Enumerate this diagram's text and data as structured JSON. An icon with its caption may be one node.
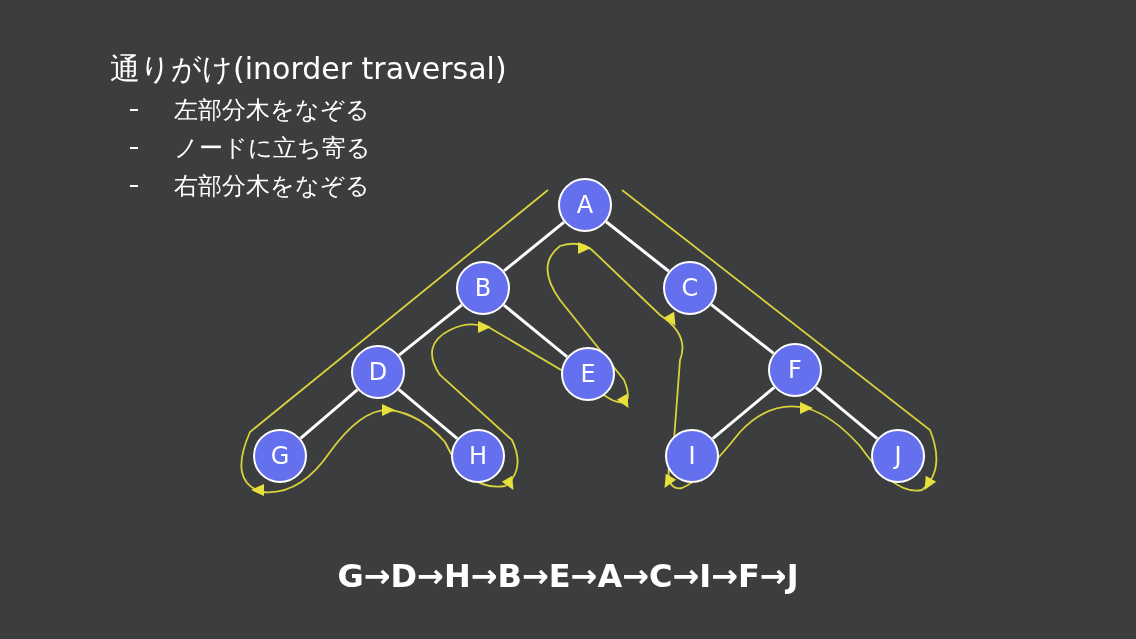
{
  "diagram": {
    "title": "通りがけ(inorder traversal)",
    "nodes": [
      {
        "text": [
          "A"
        ]
      },
      {
        "text": [
          "B"
        ]
      },
      {
        "text": [
          "C"
        ]
      },
      {
        "text": [
          "D"
        ]
      },
      {
        "text": [
          "E"
        ]
      },
      {
        "text": [
          "F"
        ]
      },
      {
        "text": [
          "G"
        ]
      },
      {
        "text": [
          "H"
        ]
      },
      {
        "text": [
          "I"
        ]
      },
      {
        "text": [
          "J"
        ]
      }
    ],
    "edges": [
      {
        "from": 0,
        "to": 1,
        "arrow": "none"
      },
      {
        "from": 0,
        "to": 2,
        "arrow": "none"
      },
      {
        "from": 1,
        "to": 3,
        "arrow": "none"
      },
      {
        "from": 1,
        "to": 4,
        "arrow": "none"
      },
      {
        "from": 3,
        "to": 6,
        "arrow": "none"
      },
      {
        "from": 3,
        "to": 7,
        "arrow": "none"
      },
      {
        "from": 2,
        "to": 5,
        "arrow": "none"
      },
      {
        "from": 5,
        "to": 8,
        "arrow": "none"
      },
      {
        "from": 5,
        "to": 9,
        "arrow": "none"
      }
    ],
    "labels": [
      "左部分木をなぞる",
      "ノードに立ち寄る",
      "右部分木をなぞる",
      "G→D→H→B→E→A→C→I→F→J"
    ]
  }
}
